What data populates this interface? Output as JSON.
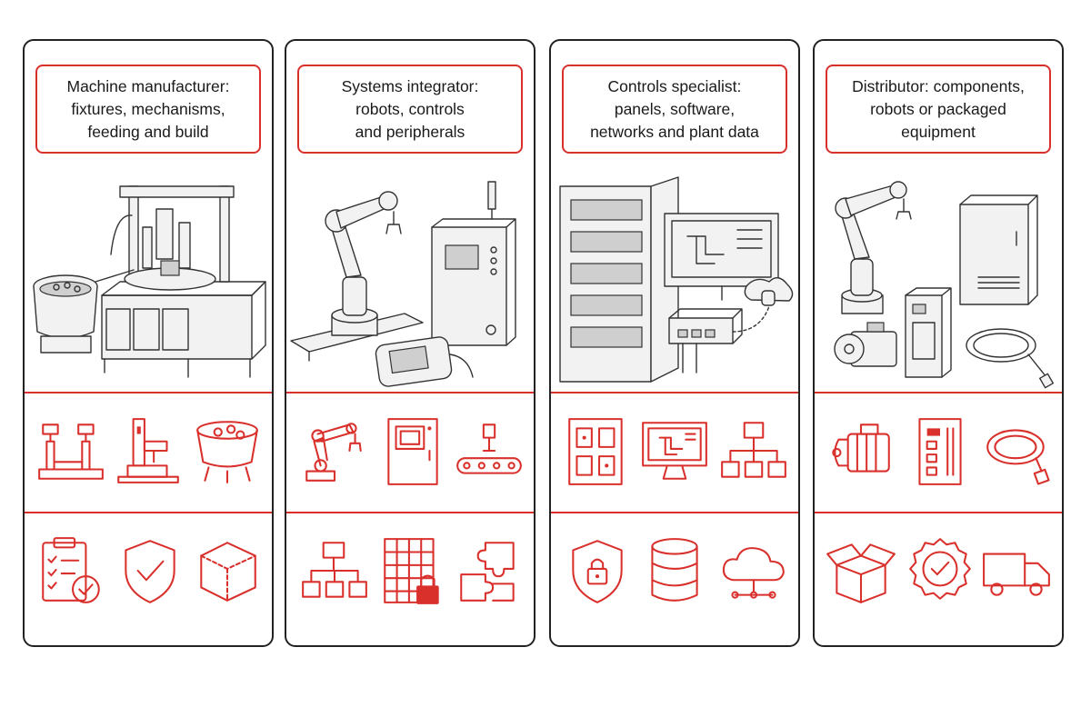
{
  "colors": {
    "accent": "#d9302c",
    "outline": "#222222"
  },
  "panels": [
    {
      "title": "Machine manufacturer:\nfixtures, mechanisms,\nfeeding and build",
      "row1_icons": [
        "fixture-clamps-icon",
        "linear-actuator-press-icon",
        "vibratory-bowl-feeder-icon"
      ],
      "row2_icons": [
        "clipboard-checklist-icon",
        "shield-check-icon",
        "wireframe-cube-icon"
      ]
    },
    {
      "title": "Systems integrator:\nrobots, controls\nand peripherals",
      "row1_icons": [
        "robot-arm-icon",
        "control-cabinet-icon",
        "conveyor-sensor-icon"
      ],
      "row2_icons": [
        "hierarchy-diagram-icon",
        "grid-lock-icon",
        "puzzle-pieces-icon"
      ]
    },
    {
      "title": "Controls specialist:\npanels, software,\nnetworks and plant data",
      "row1_icons": [
        "panel-layout-icon",
        "monitor-software-icon",
        "network-topology-icon"
      ],
      "row2_icons": [
        "shield-lock-icon",
        "database-icon",
        "cloud-network-icon"
      ]
    },
    {
      "title": "Distributor: components,\nrobots or packaged\nequipment",
      "row1_icons": [
        "servo-motor-icon",
        "servo-drive-icon",
        "cable-icon"
      ],
      "row2_icons": [
        "open-box-icon",
        "quality-badge-icon",
        "delivery-truck-icon"
      ]
    }
  ]
}
